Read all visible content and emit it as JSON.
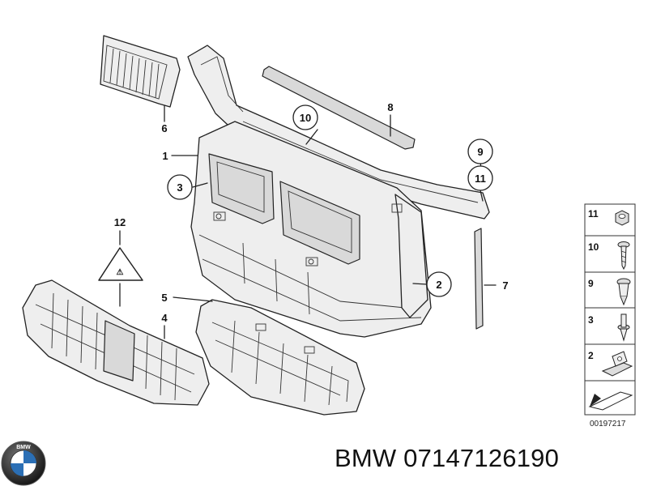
{
  "callouts": {
    "c1": "1",
    "c2": "2",
    "c3": "3",
    "c4": "4",
    "c5": "5",
    "c6": "6",
    "c7": "7",
    "c8": "8",
    "c9": "9",
    "c10": "10",
    "c11": "11",
    "c12": "12"
  },
  "side_legend": [
    "11",
    "10",
    "9",
    "3",
    "2"
  ],
  "diagram_number": "00197217",
  "part_title": "BMW 07147126190",
  "brand_logo": "BMW"
}
